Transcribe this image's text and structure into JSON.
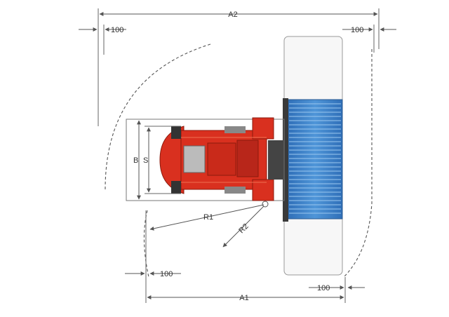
{
  "diagram": {
    "colors": {
      "truck_red": "#d9301f",
      "truck_dark_red": "#a8200f",
      "load_blue": "#3f86cf",
      "load_blue_light": "#7fb6e8",
      "line": "#555555",
      "pallet": "#f7f7f7"
    },
    "labels": {
      "a2": "A2",
      "a1": "A1",
      "top_left_100": "100",
      "top_right_100": "100",
      "bottom_left_100": "100",
      "bottom_right_100": "100",
      "b": "B",
      "s": "S",
      "r1": "R1",
      "r2": "R2"
    },
    "icons": {
      "truck": "forklift-truck-top-view-icon",
      "load": "container-load-icon",
      "pivot": "turning-pivot-icon"
    }
  }
}
